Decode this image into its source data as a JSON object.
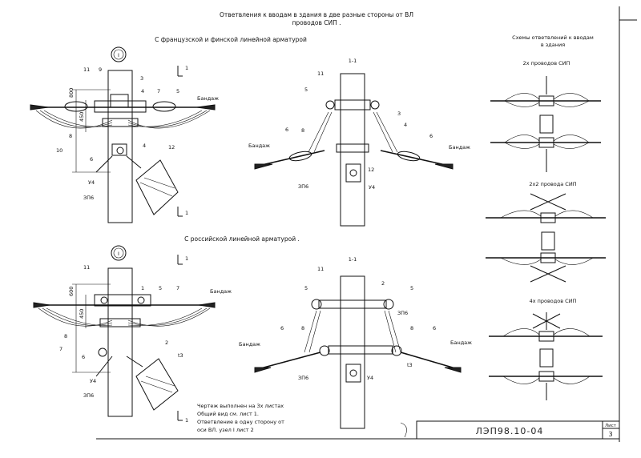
{
  "header": {
    "title_line1": "Ответвления к вводам в здания в две разные стороны от ВЛ",
    "title_line2": "проводов СИП .",
    "subtitle_top": "С французской и финской линейной арматурой",
    "subtitle_bottom": "С российской линейной арматурой ."
  },
  "side_panel": {
    "title_line1": "Схемы ответвлений к вводам",
    "title_line2": "в здания",
    "scheme1": "2х проводов СИП",
    "scheme2": "2х2 провода СИП",
    "scheme3": "4х проводов СИП"
  },
  "labels": {
    "view_circle": "I",
    "section": "1-1",
    "section_mark": "1",
    "bandage": "Бандаж",
    "dim_800": "800",
    "dim_450": "450",
    "dim_600": "600",
    "zp6": "ЗП6",
    "u4": "У4",
    "t3": "t3",
    "n1": "1",
    "n2": "2",
    "n3": "3",
    "n4": "4",
    "n5": "5",
    "n6": "6",
    "n7": "7",
    "n8": "8",
    "n9": "9",
    "n10": "10",
    "n11": "11",
    "n12": "12"
  },
  "notes": {
    "line1": "Чертеж выполнен на 3х листах",
    "line2": "Общий вид см. лист 1.",
    "line3": "Ответвление в одну сторону от",
    "line4": "оси ВЛ. узел I лист 2"
  },
  "stamp": {
    "code": "ЛЭП98.10-04",
    "sheet_label": "Лист",
    "sheet_number": "3"
  }
}
